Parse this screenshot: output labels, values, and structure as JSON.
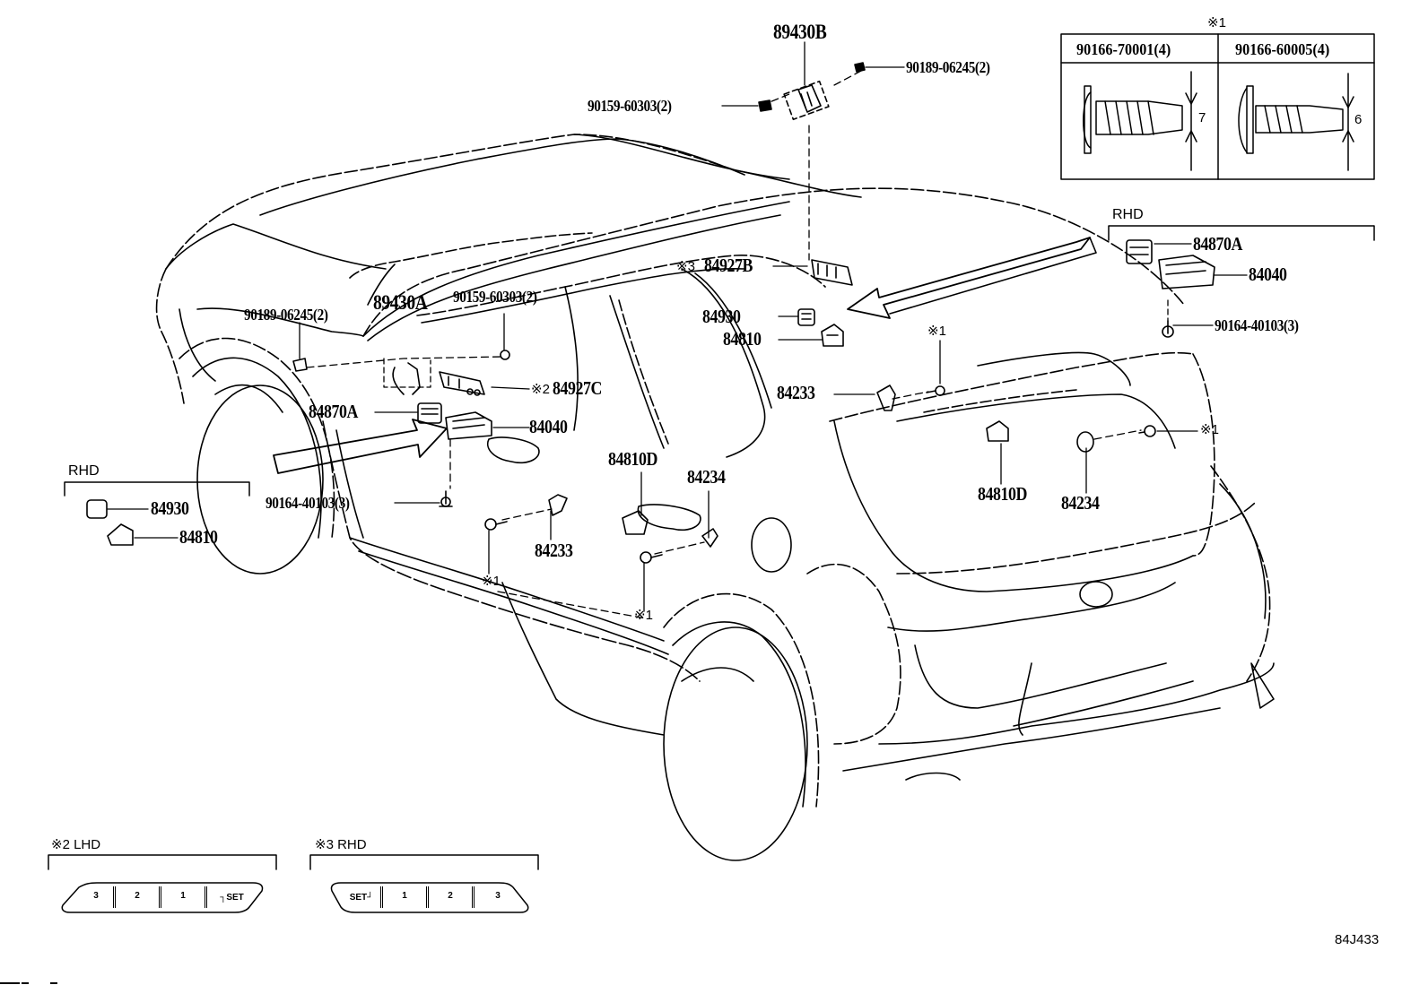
{
  "diagram": {
    "title_id": "84J433",
    "colors": {
      "line": "#000000",
      "background": "#ffffff"
    },
    "top_parts": {
      "part_89430B": "89430B",
      "screw_90189_top": "90189-06245(2)",
      "screw_90159_top": "90159-60303(2)"
    },
    "note1_table": {
      "marker": "※1",
      "columns": [
        {
          "part": "90166-70001(4)",
          "dimension": "7"
        },
        {
          "part": "90166-60005(4)",
          "dimension": "6"
        }
      ]
    },
    "rhd_right": {
      "label": "RHD",
      "parts": [
        "84870A",
        "84040",
        "90164-40103(3)"
      ]
    },
    "rhd_left": {
      "label": "RHD",
      "parts": [
        "84930",
        "84810"
      ]
    },
    "left_door": {
      "screw_90189": "90189-06245(2)",
      "part_89430A": "89430A",
      "screw_90159": "90159-60303(2)",
      "note2_marker": "※2",
      "part_84927C": "84927C",
      "part_84870A": "84870A",
      "part_84040": "84040",
      "screw_90164": "90164-40103(3)",
      "part_84233": "84233",
      "part_84810D": "84810D",
      "part_84234": "84234",
      "note1_a": "※1",
      "note1_b": "※1"
    },
    "center": {
      "note3_marker": "※3",
      "part_84927B": "84927B",
      "part_84930": "84930",
      "part_84810": "84810",
      "part_84233": "84233",
      "note1": "※1"
    },
    "rear": {
      "part_84810D": "84810D",
      "part_84234": "84234",
      "note1": "※1"
    },
    "switch_lhd": {
      "label": "※2 LHD",
      "buttons": [
        "3",
        "2",
        "1",
        "SET"
      ],
      "set_icon": "seat-icon"
    },
    "switch_rhd": {
      "label": "※3 RHD",
      "buttons": [
        "SET",
        "1",
        "2",
        "3"
      ],
      "set_icon": "seat-icon"
    }
  }
}
